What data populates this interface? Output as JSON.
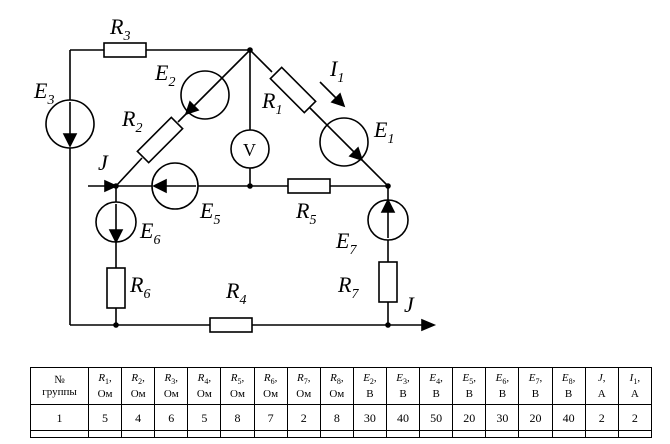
{
  "circuit": {
    "labels": {
      "R1": {
        "main": "R",
        "sub": "1"
      },
      "R2": {
        "main": "R",
        "sub": "2"
      },
      "R3": {
        "main": "R",
        "sub": "3"
      },
      "R4": {
        "main": "R",
        "sub": "4"
      },
      "R5": {
        "main": "R",
        "sub": "5"
      },
      "R6": {
        "main": "R",
        "sub": "6"
      },
      "R7": {
        "main": "R",
        "sub": "7"
      },
      "E1": {
        "main": "E",
        "sub": "1"
      },
      "E2": {
        "main": "E",
        "sub": "2"
      },
      "E3": {
        "main": "E",
        "sub": "3"
      },
      "E5": {
        "main": "E",
        "sub": "5"
      },
      "E6": {
        "main": "E",
        "sub": "6"
      },
      "E7": {
        "main": "E",
        "sub": "7"
      },
      "I1": {
        "main": "I",
        "sub": "1"
      },
      "J_left": "J",
      "J_right": "J",
      "voltmeter": "V"
    }
  },
  "table": {
    "group_header": {
      "line1": "№",
      "line2": "группы"
    },
    "columns": [
      {
        "sym": "R",
        "sub": "1",
        "unit": "Ом"
      },
      {
        "sym": "R",
        "sub": "2",
        "unit": "Ом"
      },
      {
        "sym": "R",
        "sub": "3",
        "unit": "Ом"
      },
      {
        "sym": "R",
        "sub": "4",
        "unit": "Ом"
      },
      {
        "sym": "R",
        "sub": "5",
        "unit": "Ом"
      },
      {
        "sym": "R",
        "sub": "6",
        "unit": "Ом"
      },
      {
        "sym": "R",
        "sub": "7",
        "unit": "Ом"
      },
      {
        "sym": "R",
        "sub": "8",
        "unit": "Ом"
      },
      {
        "sym": "E",
        "sub": "2",
        "unit": "В"
      },
      {
        "sym": "E",
        "sub": "3",
        "unit": "В"
      },
      {
        "sym": "E",
        "sub": "4",
        "unit": "В"
      },
      {
        "sym": "E",
        "sub": "5",
        "unit": "В"
      },
      {
        "sym": "E",
        "sub": "6",
        "unit": "В"
      },
      {
        "sym": "E",
        "sub": "7",
        "unit": "В"
      },
      {
        "sym": "E",
        "sub": "8",
        "unit": "В"
      },
      {
        "sym": "J",
        "sub": "",
        "unit": "А"
      },
      {
        "sym": "I",
        "sub": "1",
        "unit": "А"
      }
    ],
    "row": {
      "group": "1",
      "values": [
        "5",
        "4",
        "6",
        "5",
        "8",
        "7",
        "2",
        "8",
        "30",
        "40",
        "50",
        "20",
        "30",
        "20",
        "40",
        "2",
        "2"
      ]
    }
  }
}
